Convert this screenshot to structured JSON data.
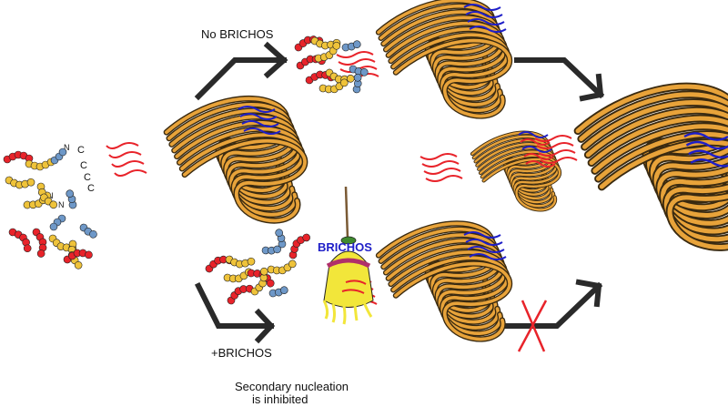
{
  "labels": {
    "no_brichos": "No BRICHOS",
    "plus_brichos": "+BRICHOS",
    "brichos": "BRICHOS",
    "caption_line1": "Secondary nucleation",
    "caption_line2": "is inhibited",
    "terminus_n": "N",
    "terminus_c": "C"
  },
  "colors": {
    "fibril_light": "#E8A33A",
    "fibril_dark": "#3a2a10",
    "monomer_red": "#E8232A",
    "monomer_yellow": "#EFC33A",
    "monomer_blue": "#6E98C8",
    "tail_red": "#E8232A",
    "tail_blue": "#1E1EC8",
    "arrow": "#2a2a2a",
    "brichos_text": "#1E1EC8",
    "broom_yellow": "#F2E63A",
    "broom_band": "#B0306A",
    "broom_cap": "#3F8A2E",
    "broom_handle": "#7A5A35",
    "inhibit_cross": "#E8232A"
  },
  "icons": [
    "fibril-icon",
    "broom-icon",
    "arrow-icon",
    "cross-icon",
    "monomer-icon"
  ]
}
